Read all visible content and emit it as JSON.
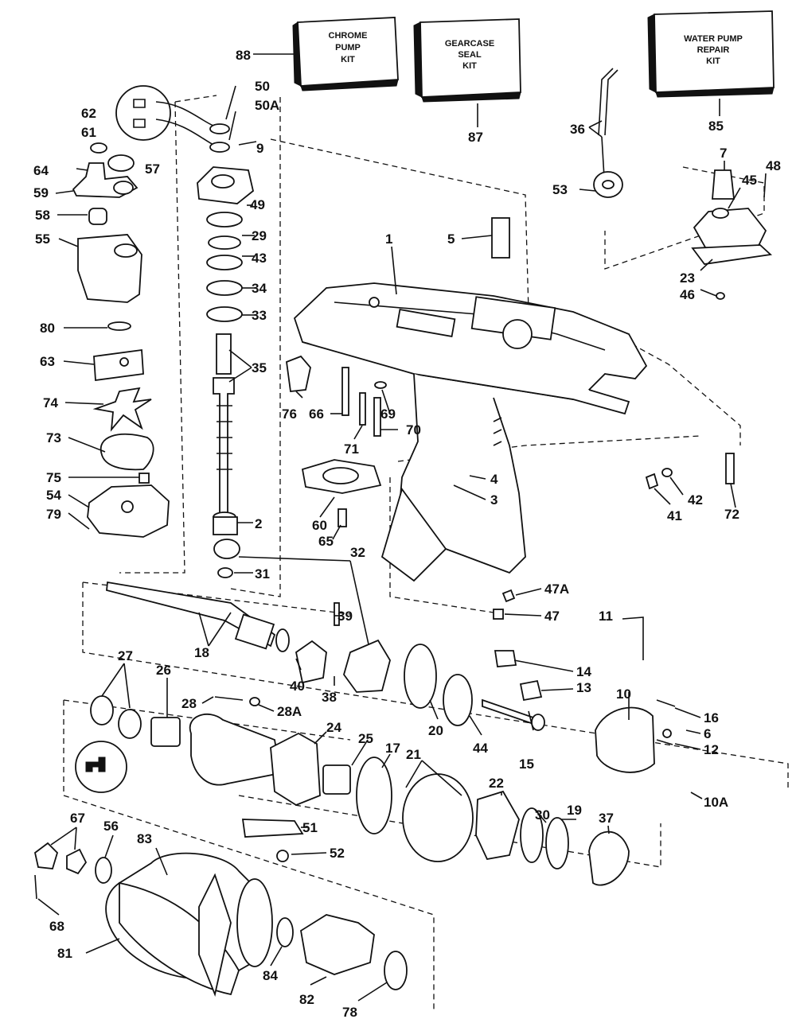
{
  "kits": [
    {
      "id": "88",
      "line1": "CHROME",
      "line2": "PUMP",
      "line3": "KIT"
    },
    {
      "id": "87",
      "line1": "GEARCASE",
      "line2": "SEAL",
      "line3": "KIT"
    },
    {
      "id": "85",
      "line1": "WATER PUMP",
      "line2": "REPAIR",
      "line3": "KIT"
    }
  ],
  "part_labels": [
    "88",
    "87",
    "85",
    "50",
    "50A",
    "62",
    "61",
    "9",
    "64",
    "57",
    "59",
    "49",
    "58",
    "29",
    "55",
    "43",
    "34",
    "33",
    "80",
    "63",
    "35",
    "74",
    "73",
    "75",
    "54",
    "79",
    "2",
    "31",
    "32",
    "36",
    "7",
    "48",
    "45",
    "53",
    "5",
    "1",
    "23",
    "46",
    "76",
    "66",
    "69",
    "71",
    "70",
    "4",
    "3",
    "60",
    "65",
    "42",
    "41",
    "72",
    "47A",
    "47",
    "11",
    "39",
    "18",
    "27",
    "26",
    "40",
    "38",
    "14",
    "13",
    "10",
    "16",
    "6",
    "12",
    "28",
    "28A",
    "24",
    "25",
    "17",
    "21",
    "20",
    "44",
    "15",
    "22",
    "10A",
    "67",
    "56",
    "83",
    "51",
    "52",
    "30",
    "19",
    "37",
    "68",
    "81",
    "84",
    "82",
    "78"
  ]
}
